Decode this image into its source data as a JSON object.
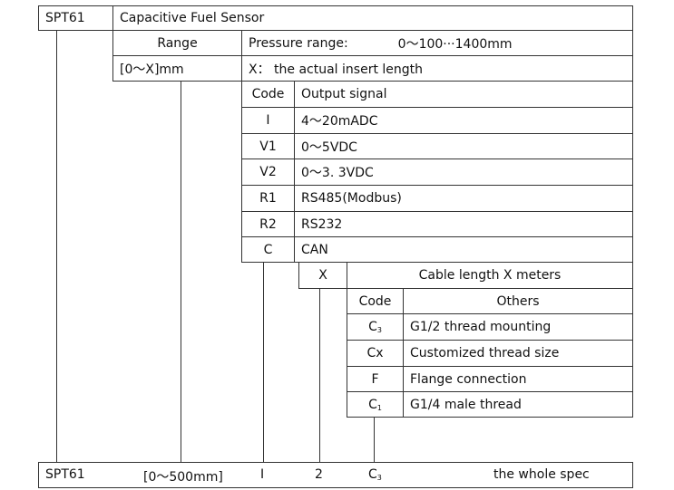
{
  "header": {
    "model": "SPT61",
    "product_name": "Capacitive Fuel Sensor"
  },
  "range_block": {
    "range_label": "Range",
    "pressure_range_label": "Pressure range:",
    "pressure_range_value": "0～100···1400mm",
    "range_value": "[0～X]mm",
    "x_note": "X： the actual insert length"
  },
  "output_block": {
    "code_header": "Code",
    "signal_header": "Output signal",
    "rows": [
      {
        "code": "I",
        "signal": "4～20mADC"
      },
      {
        "code": "V1",
        "signal": "0～5VDC"
      },
      {
        "code": "V2",
        "signal": "0～3. 3VDC"
      },
      {
        "code": "R1",
        "signal": "RS485(Modbus)"
      },
      {
        "code": "R2",
        "signal": "RS232"
      },
      {
        "code": "C",
        "signal": "CAN"
      }
    ]
  },
  "cable_block": {
    "code": "X",
    "description": "Cable length X meters"
  },
  "others_block": {
    "code_header": "Code",
    "others_header": "Others",
    "rows": [
      {
        "code_base": "C",
        "code_sub": "3",
        "desc": "G1/2 thread mounting"
      },
      {
        "code_base": "Cx",
        "code_sub": "",
        "desc": "Customized thread size"
      },
      {
        "code_base": "F",
        "code_sub": "",
        "desc": "Flange connection"
      },
      {
        "code_base": "C",
        "code_sub": "1",
        "desc": "G1/4 male thread"
      }
    ]
  },
  "example": {
    "model": "SPT61",
    "range": "[0～500mm]",
    "output": "I",
    "cable": "2",
    "thread_base": "C",
    "thread_sub": "3",
    "label": "the whole spec"
  }
}
